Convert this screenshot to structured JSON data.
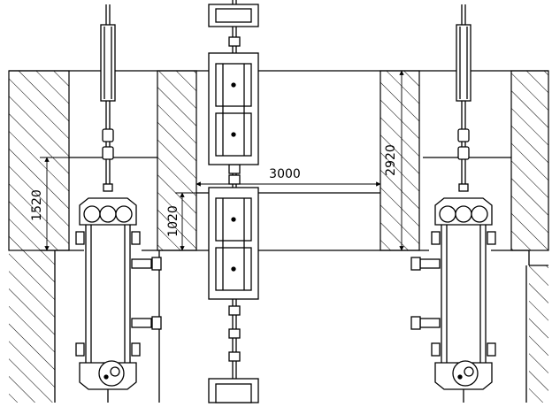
{
  "drawing": {
    "dimensions": {
      "width_3000": "3000",
      "height_2920": "2920",
      "height_1520": "1520",
      "height_1020": "1020"
    }
  }
}
